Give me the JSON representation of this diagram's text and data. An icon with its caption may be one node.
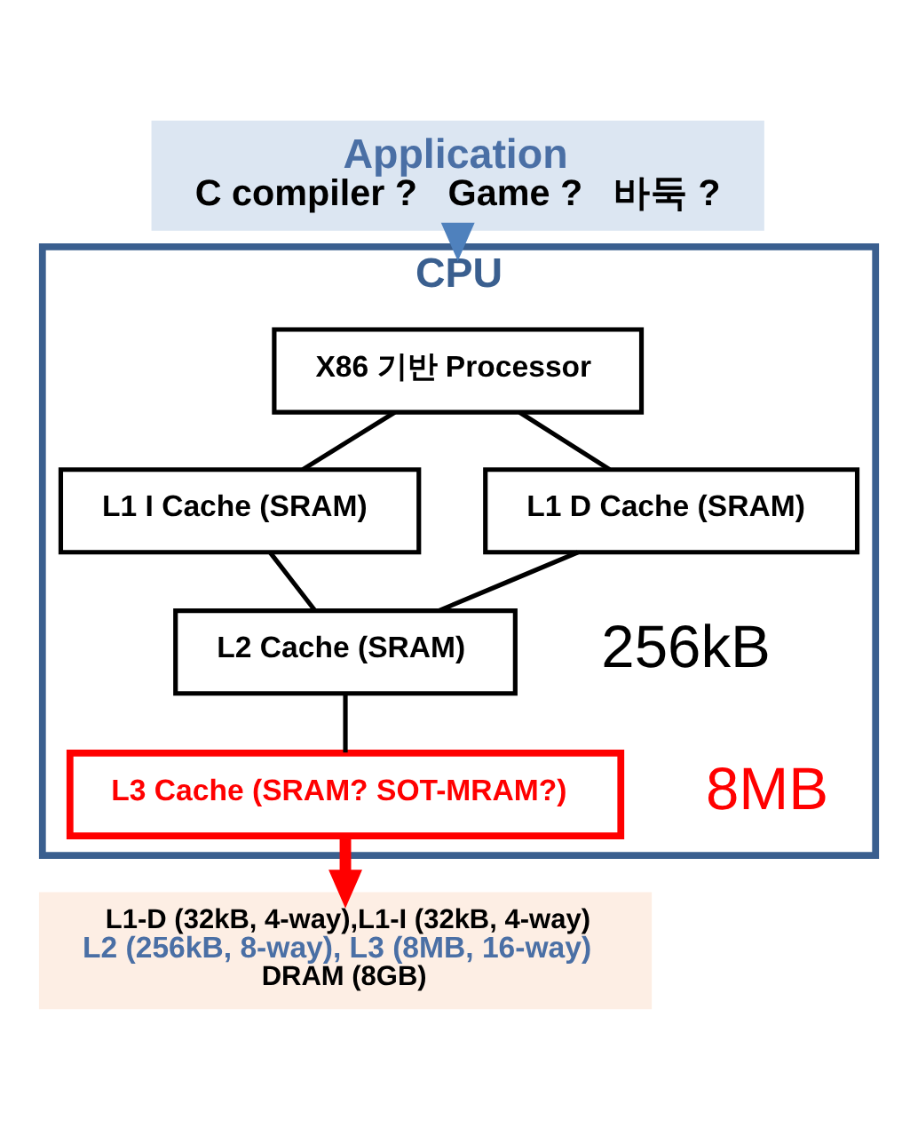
{
  "diagram": {
    "nodes": [
      {
        "text": [
          "Application",
          "C compiler ?   Game ?   바둑 ?"
        ]
      },
      {
        "text": [
          "CPU"
        ]
      },
      {
        "text": [
          "X86 기반 Processor"
        ],
        "in": 1
      },
      {
        "text": [
          "L1 I Cache (SRAM)"
        ],
        "in": 1
      },
      {
        "text": [
          "L1 D Cache (SRAM)"
        ],
        "in": 1
      },
      {
        "text": [
          "L2 Cache (SRAM)"
        ],
        "in": 1,
        "beside": [
          "256kB"
        ]
      },
      {
        "text": [
          "L3 Cache (SRAM? SOT-MRAM?)"
        ],
        "in": 1,
        "beside": [
          "8MB"
        ]
      },
      {
        "text": [
          "L1-D (32kB, 4-way),L1-I (32kB, 4-way)",
          "L2 (256kB, 8-way), L3 (8MB, 16-way)",
          "DRAM (8GB)"
        ]
      }
    ],
    "edges": [
      {
        "from": 0,
        "to": 1,
        "arrow": "to",
        "style": "thick",
        "color": "#4f81bd"
      },
      {
        "from": 2,
        "to": 3,
        "arrow": "none"
      },
      {
        "from": 2,
        "to": 4,
        "arrow": "none"
      },
      {
        "from": 3,
        "to": 5,
        "arrow": "none"
      },
      {
        "from": 4,
        "to": 5,
        "arrow": "none"
      },
      {
        "from": 5,
        "to": 6,
        "arrow": "none"
      },
      {
        "from": 6,
        "to": 7,
        "arrow": "to",
        "style": "thick",
        "color": "#ff0000"
      }
    ]
  }
}
